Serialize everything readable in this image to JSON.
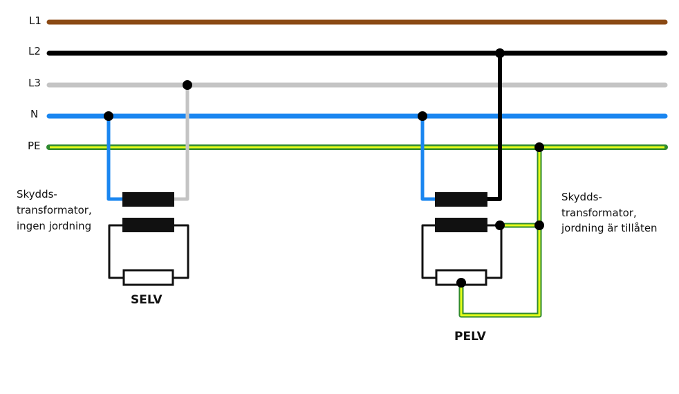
{
  "bus_labels": {
    "l1": "L1",
    "l2": "L2",
    "l3": "L3",
    "n": "N",
    "pe": "PE"
  },
  "selv": {
    "note_line1": "Skydds-",
    "note_line2": "transformator,",
    "note_line3": "ingen jordning",
    "title": "SELV"
  },
  "pelv": {
    "note_line1": "Skydds-",
    "note_line2": "transformator,",
    "note_line3": "jordning är tillåten",
    "title": "PELV"
  },
  "colors": {
    "l1": "#8b4a14",
    "l2": "#000000",
    "l3": "#c4c4c4",
    "n": "#1a86f0",
    "pe_green": "#2f8a2f",
    "pe_yellow": "#e6ff1a",
    "winding": "#111111"
  }
}
